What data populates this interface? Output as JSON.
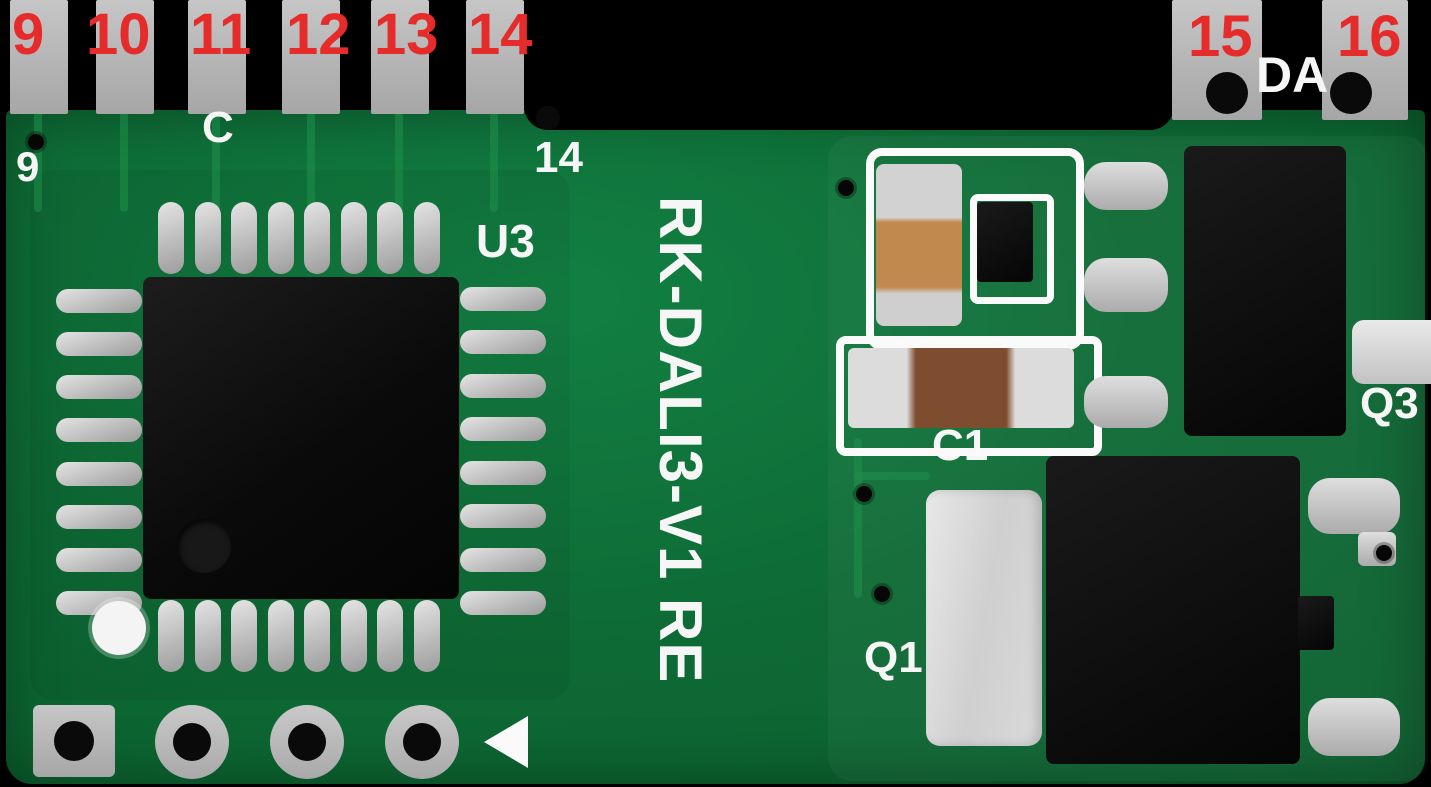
{
  "meta": {
    "subject": "pcb-module-photo"
  },
  "colors": {
    "pcb_green": "#0e6b35",
    "pcb_trace": "#1f8f4c",
    "pad_gray": "#b9b9b9",
    "silkscreen_white": "#f6f6f6",
    "pin_label_red": "#e62b2b",
    "component_black": "#0a0a0a",
    "cap_tan": "#c2894e",
    "cap_brown": "#7e4c2e"
  },
  "pin_labels": {
    "left_group": [
      "9",
      "10",
      "11",
      "12",
      "13",
      "14"
    ],
    "right_group": [
      "15",
      "16"
    ]
  },
  "silkscreen": {
    "title": "RK-DALI3-V1 RE",
    "da": "DA",
    "c_label": "C",
    "pin9": "9",
    "pin14": "14",
    "u3": "U3",
    "c1": "C1",
    "q3": "Q3",
    "q1": "Q1"
  },
  "components": {
    "ic_u3": {
      "ref": "U3",
      "pins_per_side": 8
    },
    "cap_c1": {
      "ref": "C1"
    },
    "q1": {
      "ref": "Q1"
    },
    "q3": {
      "ref": "Q3"
    }
  }
}
